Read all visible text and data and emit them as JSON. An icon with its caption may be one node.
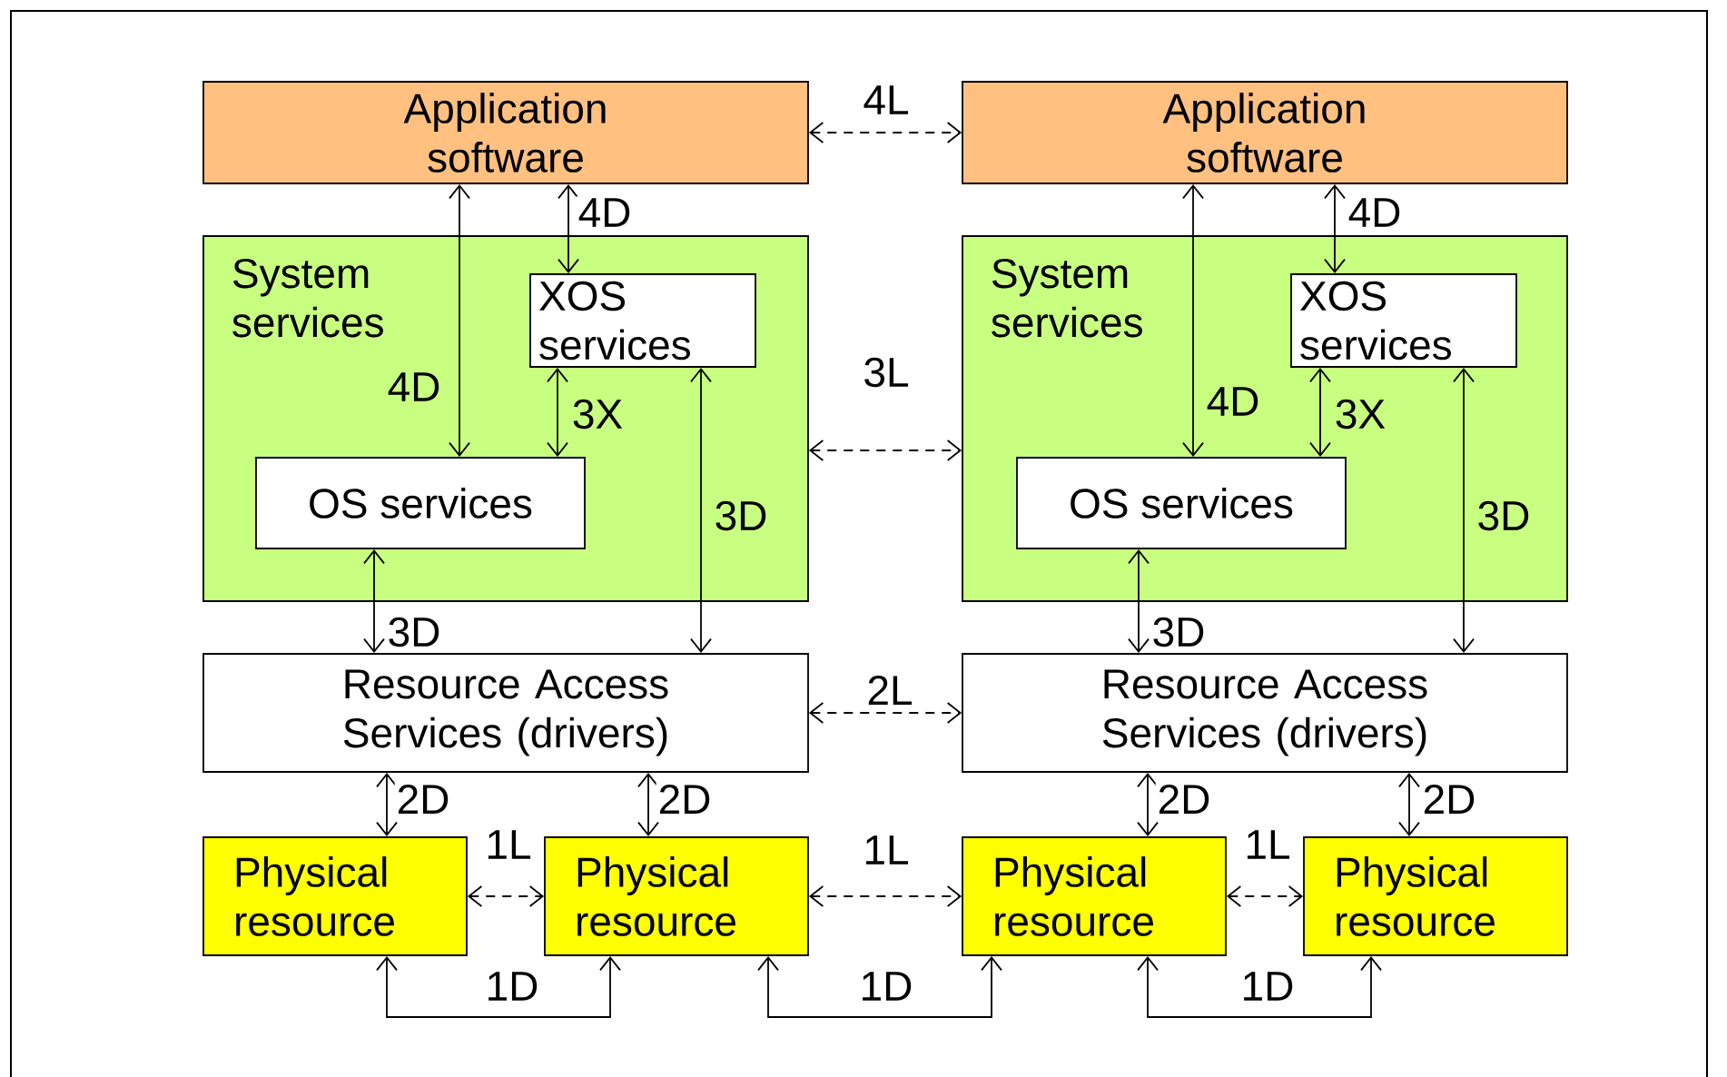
{
  "diagram": {
    "nodes": [
      {
        "text": [
          "Application software"
        ]
      },
      {
        "text": [
          "Application software"
        ]
      },
      {
        "text": [
          "System services"
        ]
      },
      {
        "text": [
          "XOS services"
        ],
        "in": 2
      },
      {
        "text": [
          "OS services"
        ],
        "in": 2
      },
      {
        "text": [
          "System services"
        ]
      },
      {
        "text": [
          "XOS services"
        ],
        "in": 5
      },
      {
        "text": [
          "OS services"
        ],
        "in": 5
      },
      {
        "text": [
          "Resource Access Services (drivers)"
        ]
      },
      {
        "text": [
          "Resource Access Services (drivers)"
        ]
      },
      {
        "text": [
          "Physical resource"
        ]
      },
      {
        "text": [
          "Physical resource"
        ]
      },
      {
        "text": [
          "Physical resource"
        ]
      },
      {
        "text": [
          "Physical resource"
        ]
      }
    ],
    "edges": [
      {
        "from": 0,
        "to": 1,
        "arrow": "both",
        "style": "dashed",
        "label": "4L"
      },
      {
        "from": 0,
        "to": 4,
        "arrow": "both",
        "label": "4D"
      },
      {
        "from": 0,
        "to": 3,
        "arrow": "both",
        "label": "4D"
      },
      {
        "from": 3,
        "to": 4,
        "arrow": "both",
        "label": "3X"
      },
      {
        "from": 3,
        "to": 8,
        "arrow": "both",
        "label": "3D"
      },
      {
        "from": 4,
        "to": 8,
        "arrow": "both",
        "label": "3D"
      },
      {
        "from": 1,
        "to": 7,
        "arrow": "both",
        "label": "4D"
      },
      {
        "from": 1,
        "to": 6,
        "arrow": "both",
        "label": "4D"
      },
      {
        "from": 6,
        "to": 7,
        "arrow": "both",
        "label": "3X"
      },
      {
        "from": 6,
        "to": 9,
        "arrow": "both",
        "label": "3D"
      },
      {
        "from": 7,
        "to": 9,
        "arrow": "both",
        "label": "3D"
      },
      {
        "from": 2,
        "to": 5,
        "arrow": "both",
        "style": "dashed",
        "label": "3L"
      },
      {
        "from": 8,
        "to": 9,
        "arrow": "both",
        "style": "dashed",
        "label": "2L"
      },
      {
        "from": 8,
        "to": 10,
        "arrow": "both",
        "label": "2D"
      },
      {
        "from": 8,
        "to": 11,
        "arrow": "both",
        "label": "2D"
      },
      {
        "from": 9,
        "to": 12,
        "arrow": "both",
        "label": "2D"
      },
      {
        "from": 9,
        "to": 13,
        "arrow": "both",
        "label": "2D"
      },
      {
        "from": 10,
        "to": 11,
        "arrow": "both",
        "style": "dashed",
        "label": "1L"
      },
      {
        "from": 11,
        "to": 12,
        "arrow": "both",
        "style": "dashed",
        "label": "1L"
      },
      {
        "from": 12,
        "to": 13,
        "arrow": "both",
        "style": "dashed",
        "label": "1L"
      },
      {
        "from": 10,
        "to": 11,
        "arrow": "both",
        "label": "1D"
      },
      {
        "from": 11,
        "to": 12,
        "arrow": "both",
        "label": "1D"
      },
      {
        "from": 12,
        "to": 13,
        "arrow": "both",
        "label": "1D"
      }
    ]
  }
}
